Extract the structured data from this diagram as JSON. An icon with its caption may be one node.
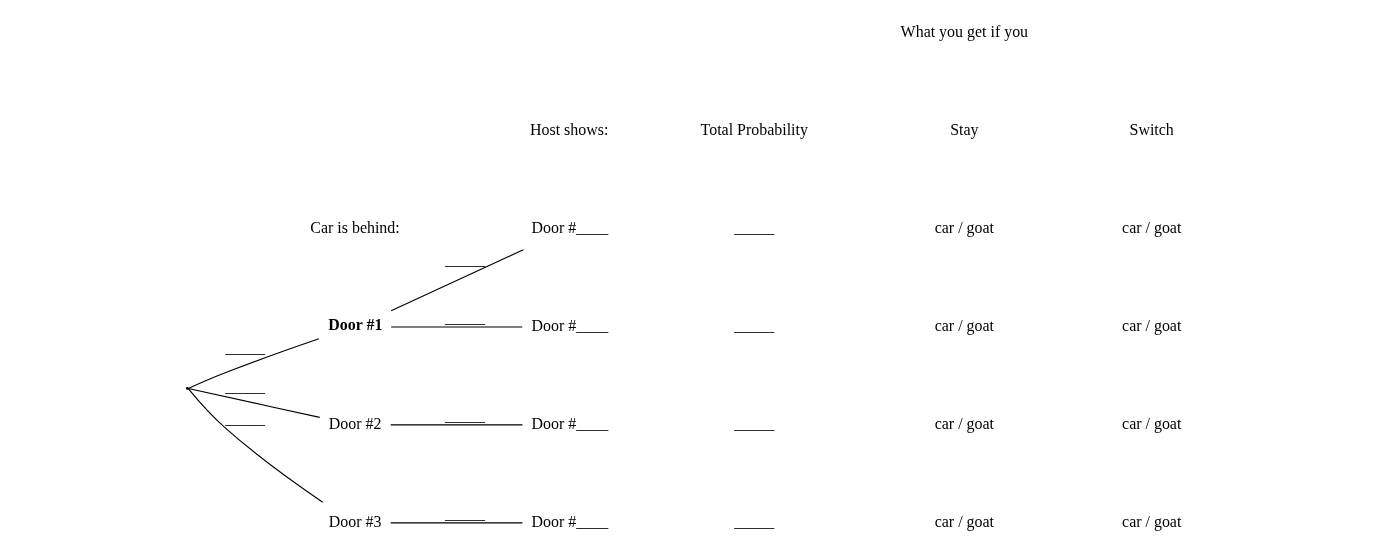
{
  "diagram": {
    "nodes": [
      {
        "text": [],
        "shape": "point"
      },
      {
        "text": [
          "Door #1"
        ]
      },
      {
        "text": [
          "Door #____"
        ]
      },
      {
        "text": [
          "Door #____"
        ]
      },
      {
        "text": [
          "Door #2"
        ]
      },
      {
        "text": [
          "Door #____"
        ]
      },
      {
        "text": [
          "Door #3"
        ]
      },
      {
        "text": [
          "Door #____"
        ]
      }
    ],
    "edges": [
      {
        "from": 0,
        "to": 1,
        "arrow": "none",
        "label": "_____"
      },
      {
        "from": 0,
        "to": 4,
        "arrow": "none",
        "label": "_____"
      },
      {
        "from": 0,
        "to": 6,
        "arrow": "none",
        "label": "_____"
      },
      {
        "from": 1,
        "to": 2,
        "arrow": "none",
        "label": "_____"
      },
      {
        "from": 1,
        "to": 3,
        "arrow": "none",
        "label": "_____"
      },
      {
        "from": 4,
        "to": 5,
        "arrow": "none",
        "label": "_____"
      },
      {
        "from": 6,
        "to": 7,
        "arrow": "none",
        "label": "_____"
      }
    ],
    "labels": [
      "Total Probability",
      "What you get if you",
      "Host shows:",
      "Stay",
      "Switch",
      "Car is behind:",
      "_____",
      "car / goat",
      "car / goat",
      "_____",
      "car / goat",
      "car / goat",
      "_____",
      "car / goat",
      "car / goat",
      "_____",
      "car / goat",
      "car / goat"
    ]
  }
}
